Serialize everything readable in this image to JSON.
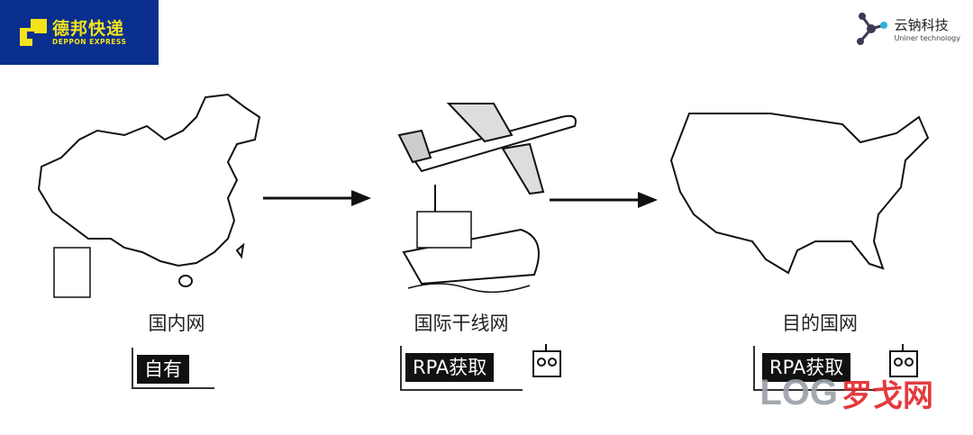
{
  "header": {
    "deppon_logo": {
      "cn": "德邦快递",
      "en": "DEPPON EXPRESS",
      "bg": "#0a2f8f",
      "fg": "#f4e21c"
    },
    "uniner_logo": {
      "cn": "云钠科技",
      "en": "Uniner technology"
    }
  },
  "stages": [
    {
      "label": "国内网",
      "tag": "自有"
    },
    {
      "label": "国际干线网",
      "tag": "RPA获取"
    },
    {
      "label": "目的国网",
      "tag": "RPA获取"
    }
  ],
  "watermark": {
    "log": "LOG",
    "cn": "罗戈网",
    "color": "#e0262a"
  }
}
